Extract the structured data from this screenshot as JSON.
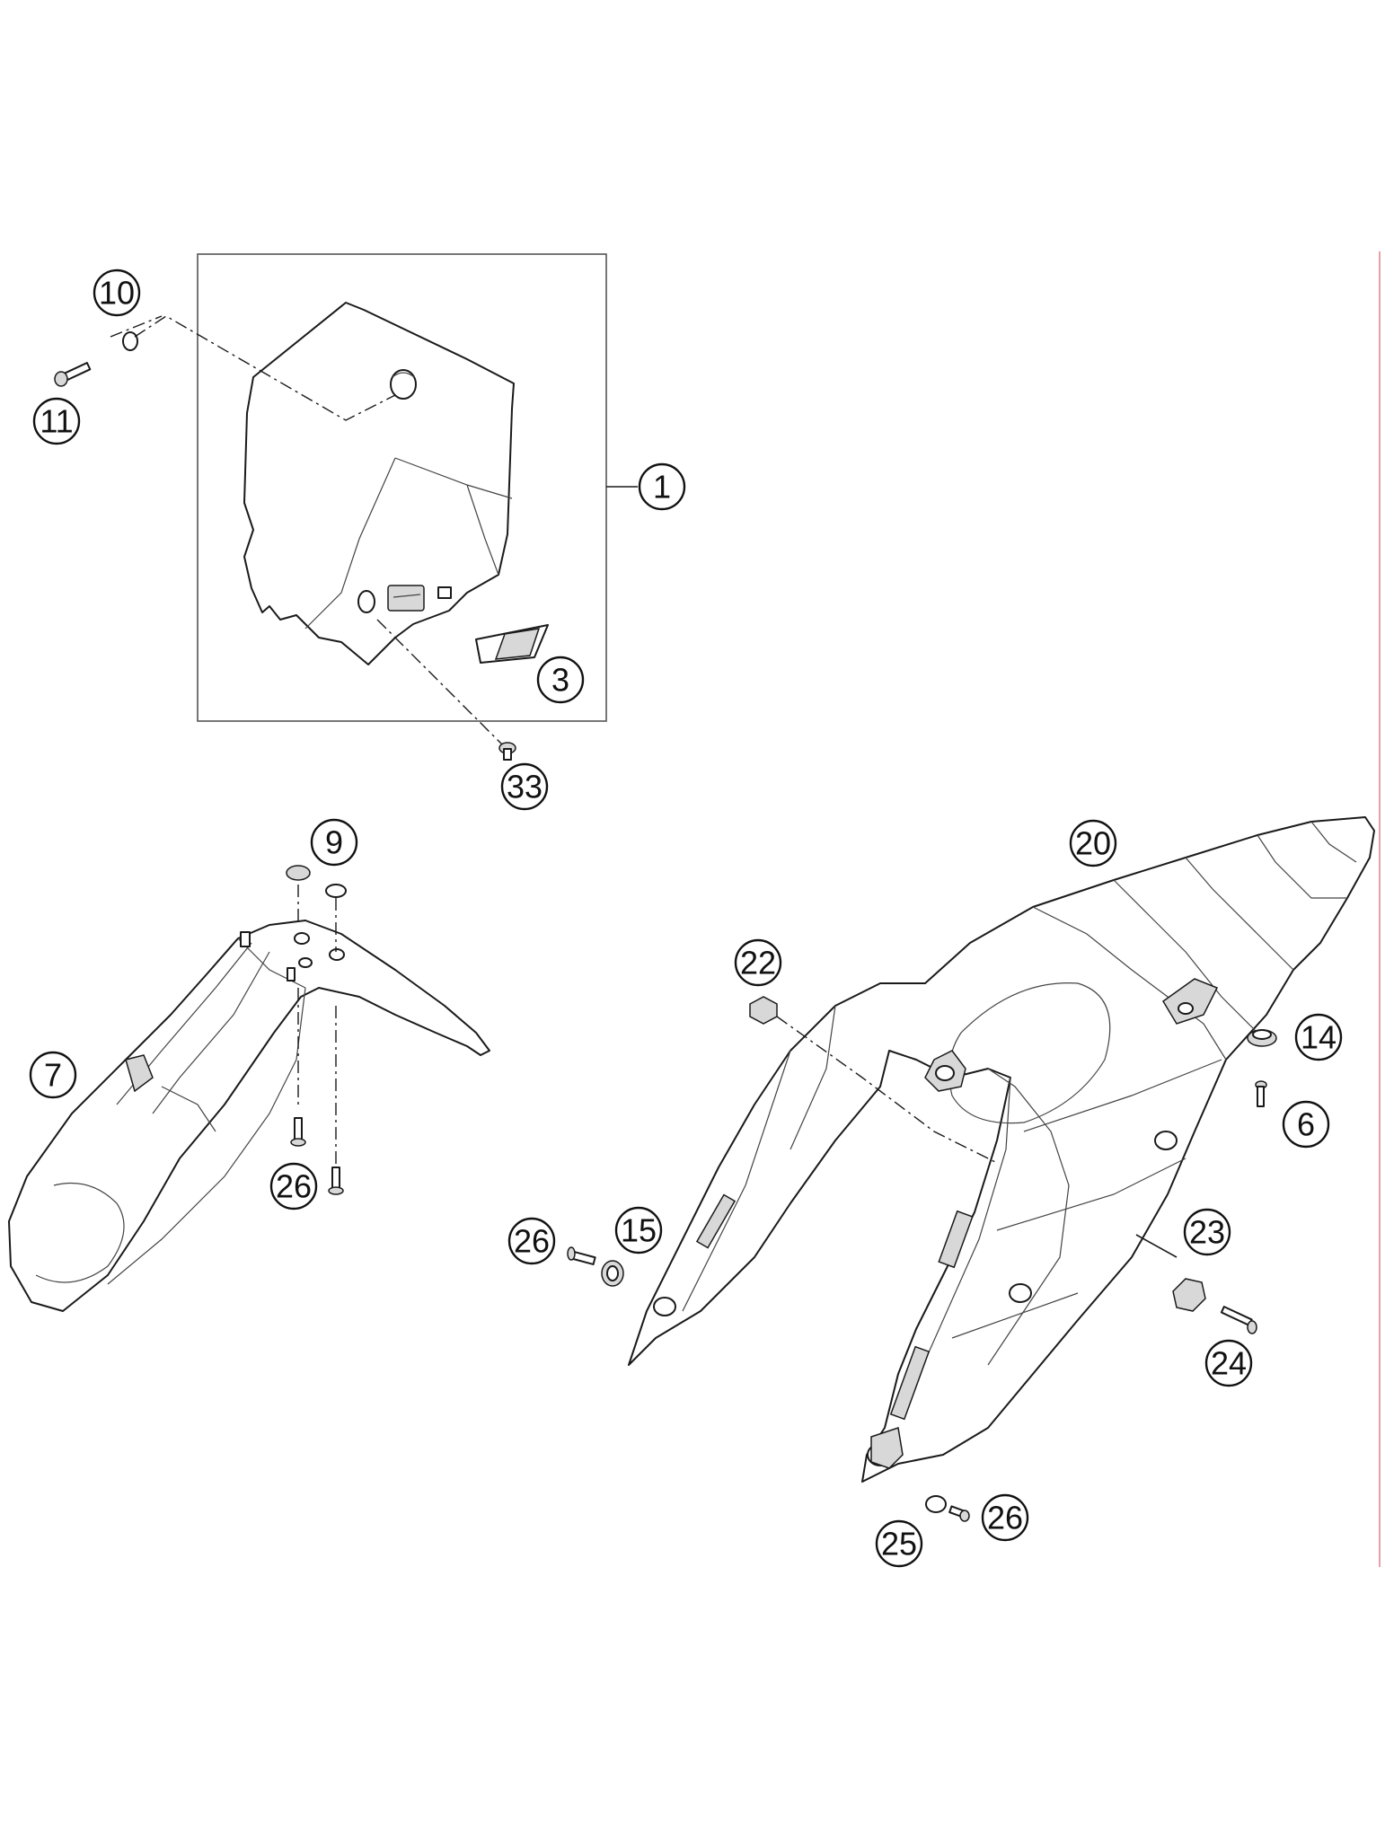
{
  "colors": {
    "line": "#1a1a1a",
    "background": "#ffffff",
    "edge_mark": "#e8a0a8"
  },
  "callouts": [
    {
      "id": "c10",
      "label": "10"
    },
    {
      "id": "c11",
      "label": "11"
    },
    {
      "id": "c1",
      "label": "1"
    },
    {
      "id": "c3",
      "label": "3"
    },
    {
      "id": "c33",
      "label": "33"
    },
    {
      "id": "c9",
      "label": "9"
    },
    {
      "id": "c7",
      "label": "7"
    },
    {
      "id": "c26a",
      "label": "26"
    },
    {
      "id": "c20",
      "label": "20"
    },
    {
      "id": "c22",
      "label": "22"
    },
    {
      "id": "c14",
      "label": "14"
    },
    {
      "id": "c6",
      "label": "6"
    },
    {
      "id": "c26b",
      "label": "26"
    },
    {
      "id": "c15",
      "label": "15"
    },
    {
      "id": "c23",
      "label": "23"
    },
    {
      "id": "c24",
      "label": "24"
    },
    {
      "id": "c25",
      "label": "25"
    },
    {
      "id": "c26c",
      "label": "26"
    }
  ]
}
